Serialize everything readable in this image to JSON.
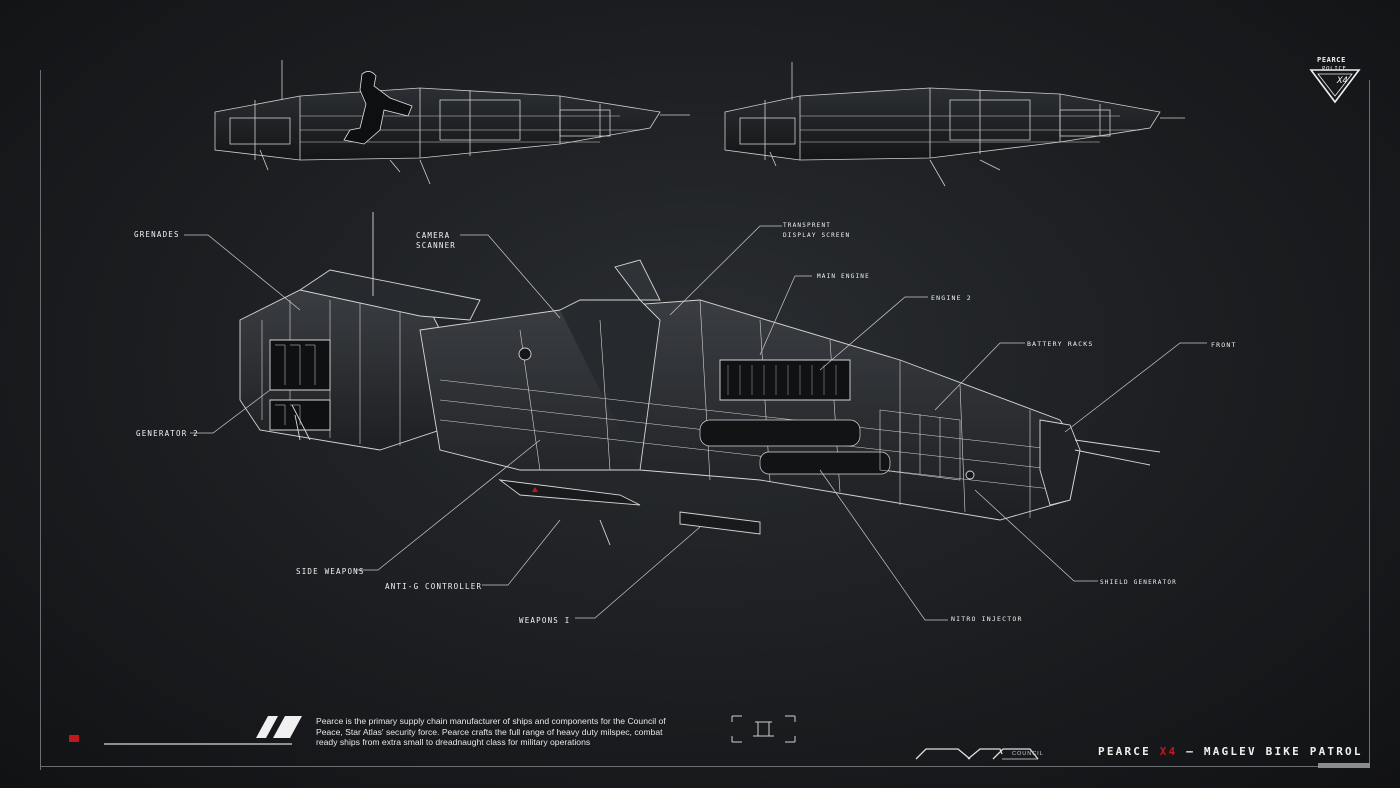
{
  "brand": {
    "badge_top": "PEARCE",
    "badge_middle": "POLICE",
    "badge_model": "X4",
    "council_label": "COUNCIL"
  },
  "title": {
    "prefix": "PEARCE ",
    "model": "X4",
    "suffix": " – MAGLEV BIKE PATROL"
  },
  "description": "Pearce is the primary supply chain manufacturer of ships and components for the Council of Peace, Star Atlas' security force. Pearce crafts the full range of heavy duty milspec, combat ready ships from extra small to dreadnaught class for military operations",
  "callouts": {
    "grenades": "Grenades",
    "camera_scanner": "Camera\nScanner",
    "transparent_display": "Transprent\nDisplay Screen",
    "main_engine": "Main Engine",
    "engine_2": "Engine 2",
    "battery_racks": "Battery Racks",
    "front": "Front",
    "generator_2": "Generator 2",
    "side_weapons": "Side Weapons",
    "anti_g_controller": "Anti-G Controller",
    "weapons_1": "Weapons I",
    "nitro_injector": "Nitro Injector",
    "shield_generator": "Shield Generator"
  },
  "colors": {
    "accent": "#c4161c",
    "line": "#d8d8d8",
    "background": "#1b1d20"
  },
  "icons": [
    "pearce-police-badge-icon",
    "double-slash-icon",
    "red-marker-icon",
    "bracket-glyph-icon",
    "council-logo-icon"
  ]
}
